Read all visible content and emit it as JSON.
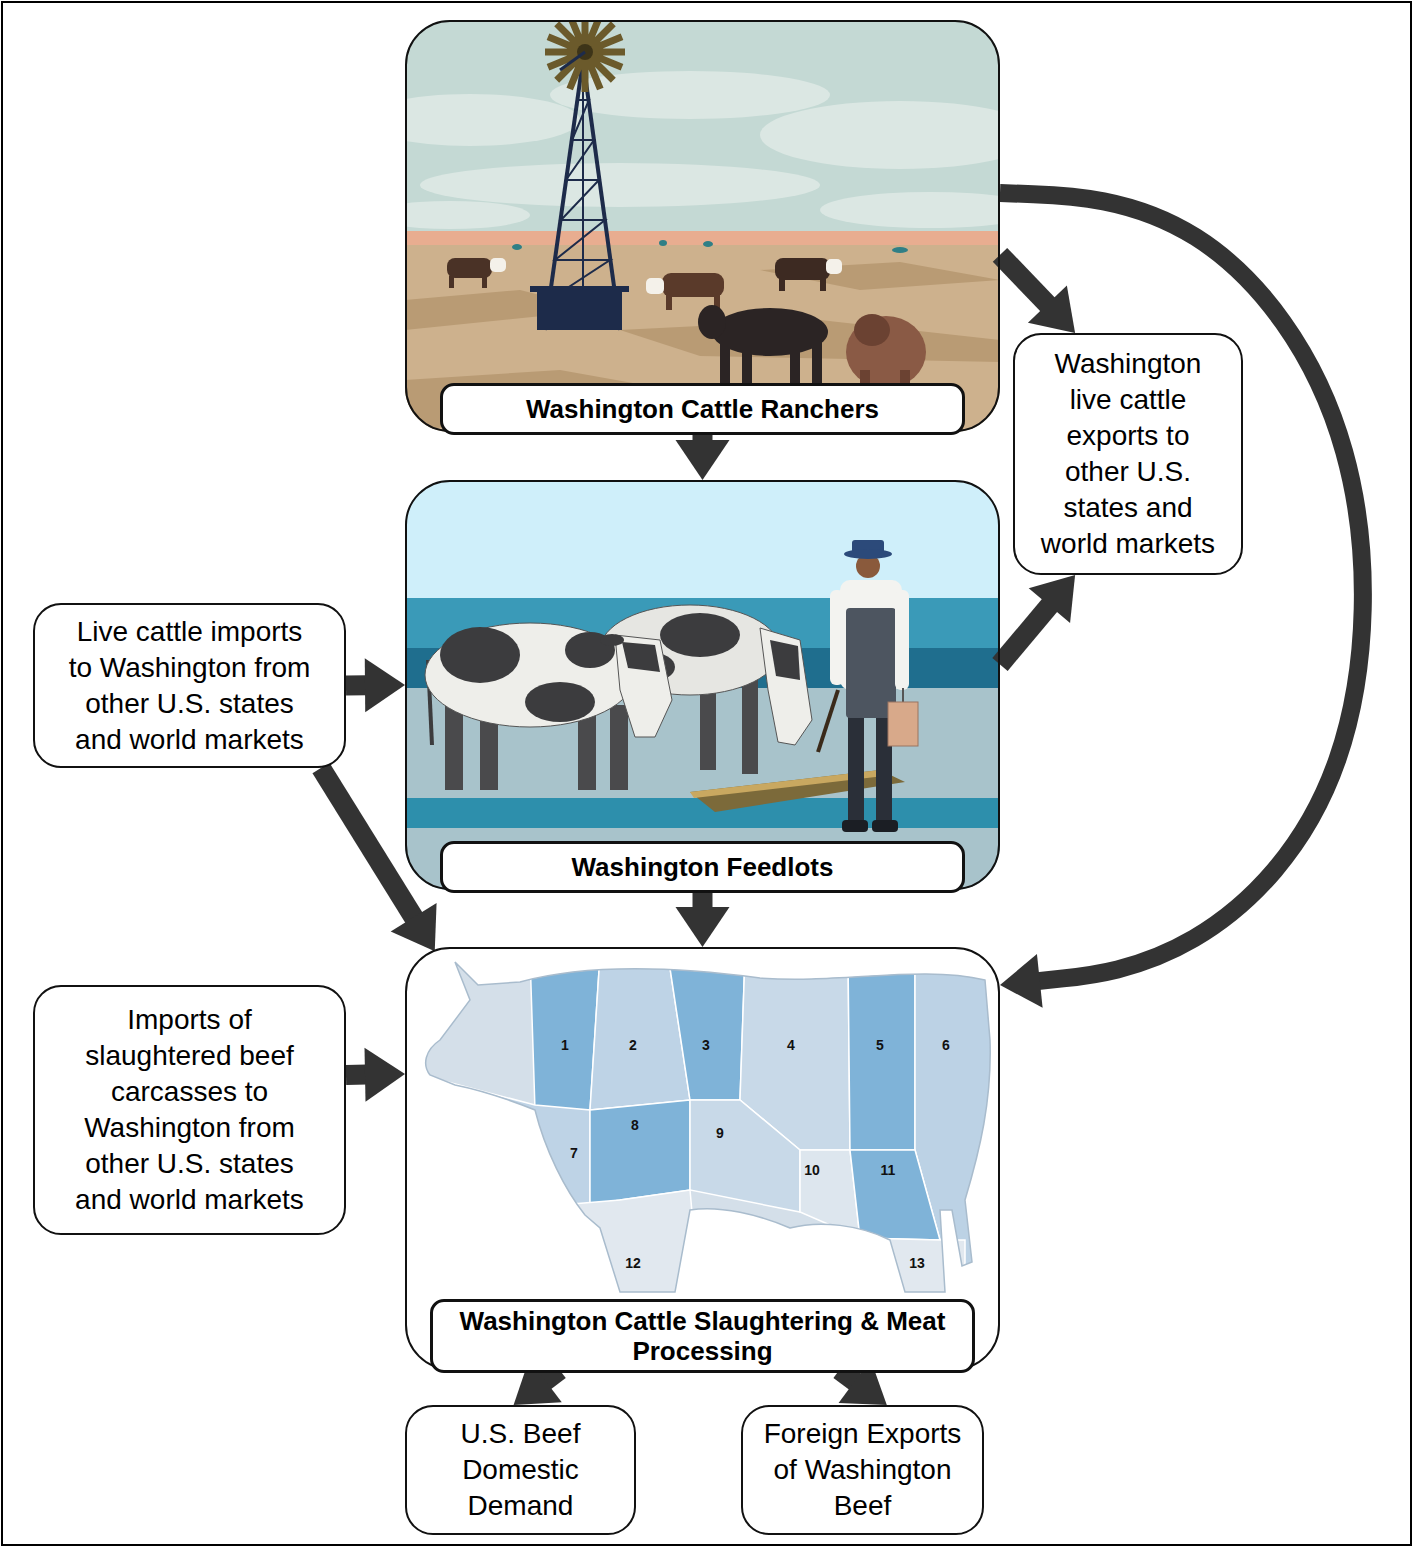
{
  "diagram": {
    "nodes": [
      {
        "text": [
          "Washington Cattle Ranchers"
        ]
      },
      {
        "text": [
          "Washington live cattle exports to other U.S. states and world markets"
        ]
      },
      {
        "text": [
          "Live cattle imports to Washington from other U.S. states and world markets"
        ]
      },
      {
        "text": [
          "Washington Feedlots"
        ]
      },
      {
        "text": [
          "Imports of slaughtered beef carcasses to Washington from other U.S. states and world markets"
        ]
      },
      {
        "text": [
          "Washington Cattle Slaughtering & Meat Processing"
        ]
      },
      {
        "text": [
          "U.S. Beef Domestic Demand"
        ]
      },
      {
        "text": [
          "Foreign Exports of Washington Beef"
        ]
      }
    ],
    "edges": [
      {
        "from": 0,
        "to": 3,
        "arrow": "to"
      },
      {
        "from": 0,
        "to": 1,
        "arrow": "to"
      },
      {
        "from": 0,
        "to": 5,
        "arrow": "to"
      },
      {
        "from": 3,
        "to": 1,
        "arrow": "to"
      },
      {
        "from": 2,
        "to": 3,
        "arrow": "to"
      },
      {
        "from": 2,
        "to": 5,
        "arrow": "to"
      },
      {
        "from": 3,
        "to": 5,
        "arrow": "to"
      },
      {
        "from": 4,
        "to": 5,
        "arrow": "to"
      },
      {
        "from": 5,
        "to": 6,
        "arrow": "to"
      },
      {
        "from": 5,
        "to": 7,
        "arrow": "to"
      }
    ],
    "labels": [
      "1",
      "2",
      "3",
      "4",
      "5",
      "6",
      "7",
      "8",
      "9",
      "10",
      "11",
      "12",
      "13"
    ]
  }
}
